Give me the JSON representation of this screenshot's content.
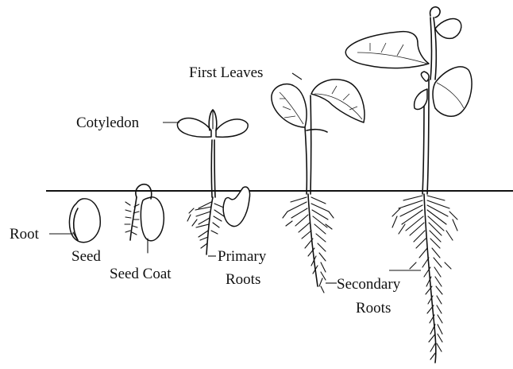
{
  "labels": {
    "root": "Root",
    "seed": "Seed",
    "seed_coat": "Seed Coat",
    "cotyledon": "Cotyledon",
    "primary_roots_1": "Primary",
    "primary_roots_2": "Roots",
    "first_leaves": "First Leaves",
    "secondary_roots_1": "Secondary",
    "secondary_roots_2": "Roots"
  },
  "colors": {
    "ink": "#111111",
    "background": "#ffffff"
  }
}
